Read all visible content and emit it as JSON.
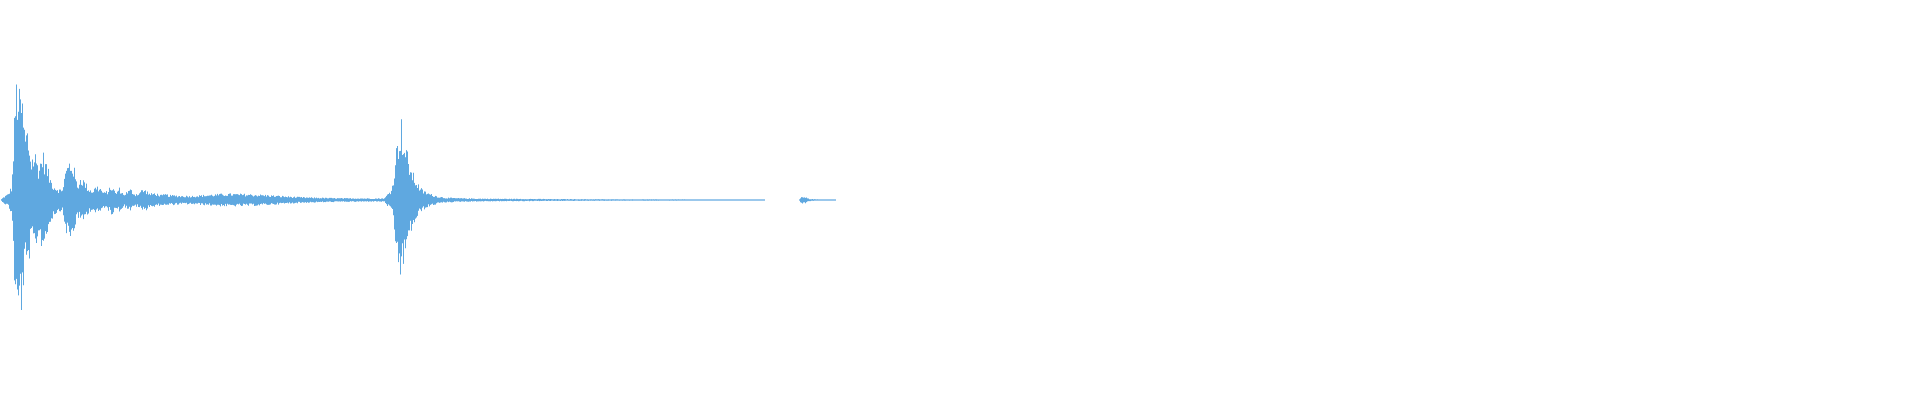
{
  "waveform": {
    "color": "#5fa8e0",
    "background": "#ffffff",
    "envelope": [
      [
        0.0,
        0.0
      ],
      [
        0.002,
        0.03
      ],
      [
        0.004,
        0.05
      ],
      [
        0.006,
        0.12
      ],
      [
        0.008,
        0.95
      ],
      [
        0.009,
        1.0
      ],
      [
        0.01,
        0.85
      ],
      [
        0.011,
        0.9
      ],
      [
        0.012,
        0.7
      ],
      [
        0.013,
        0.55
      ],
      [
        0.014,
        0.6
      ],
      [
        0.016,
        0.35
      ],
      [
        0.018,
        0.4
      ],
      [
        0.02,
        0.28
      ],
      [
        0.022,
        0.4
      ],
      [
        0.024,
        0.3
      ],
      [
        0.026,
        0.18
      ],
      [
        0.028,
        0.12
      ],
      [
        0.03,
        0.1
      ],
      [
        0.032,
        0.08
      ],
      [
        0.034,
        0.25
      ],
      [
        0.036,
        0.33
      ],
      [
        0.038,
        0.3
      ],
      [
        0.04,
        0.12
      ],
      [
        0.042,
        0.2
      ],
      [
        0.044,
        0.15
      ],
      [
        0.046,
        0.1
      ],
      [
        0.048,
        0.08
      ],
      [
        0.05,
        0.12
      ],
      [
        0.052,
        0.1
      ],
      [
        0.054,
        0.06
      ],
      [
        0.056,
        0.08
      ],
      [
        0.058,
        0.12
      ],
      [
        0.06,
        0.06
      ],
      [
        0.062,
        0.1
      ],
      [
        0.064,
        0.05
      ],
      [
        0.066,
        0.07
      ],
      [
        0.068,
        0.09
      ],
      [
        0.07,
        0.05
      ],
      [
        0.072,
        0.06
      ],
      [
        0.074,
        0.09
      ],
      [
        0.076,
        0.08
      ],
      [
        0.078,
        0.05
      ],
      [
        0.08,
        0.06
      ],
      [
        0.082,
        0.05
      ],
      [
        0.084,
        0.04
      ],
      [
        0.086,
        0.05
      ],
      [
        0.088,
        0.04
      ],
      [
        0.09,
        0.04
      ],
      [
        0.095,
        0.035
      ],
      [
        0.1,
        0.035
      ],
      [
        0.105,
        0.04
      ],
      [
        0.11,
        0.045
      ],
      [
        0.115,
        0.05
      ],
      [
        0.12,
        0.052
      ],
      [
        0.125,
        0.05
      ],
      [
        0.13,
        0.048
      ],
      [
        0.135,
        0.045
      ],
      [
        0.14,
        0.04
      ],
      [
        0.145,
        0.035
      ],
      [
        0.15,
        0.03
      ],
      [
        0.155,
        0.025
      ],
      [
        0.16,
        0.022
      ],
      [
        0.165,
        0.02
      ],
      [
        0.17,
        0.018
      ],
      [
        0.175,
        0.016
      ],
      [
        0.18,
        0.015
      ],
      [
        0.185,
        0.015
      ],
      [
        0.19,
        0.014
      ],
      [
        0.195,
        0.013
      ],
      [
        0.2,
        0.015
      ],
      [
        0.204,
        0.1
      ],
      [
        0.206,
        0.4
      ],
      [
        0.208,
        0.62
      ],
      [
        0.209,
        0.65
      ],
      [
        0.21,
        0.5
      ],
      [
        0.212,
        0.38
      ],
      [
        0.214,
        0.25
      ],
      [
        0.216,
        0.18
      ],
      [
        0.218,
        0.12
      ],
      [
        0.22,
        0.08
      ],
      [
        0.224,
        0.05
      ],
      [
        0.228,
        0.03
      ],
      [
        0.232,
        0.02
      ],
      [
        0.24,
        0.015
      ],
      [
        0.25,
        0.012
      ],
      [
        0.27,
        0.01
      ],
      [
        0.29,
        0.008
      ],
      [
        0.31,
        0.007
      ],
      [
        0.33,
        0.006
      ],
      [
        0.35,
        0.006
      ],
      [
        0.37,
        0.005
      ],
      [
        0.39,
        0.004
      ],
      [
        0.396,
        0.003
      ],
      [
        0.398,
        0.0
      ],
      [
        0.416,
        0.0
      ],
      [
        0.417,
        0.03
      ],
      [
        0.419,
        0.03
      ],
      [
        0.421,
        0.01
      ],
      [
        0.425,
        0.006
      ],
      [
        0.43,
        0.004
      ],
      [
        0.435,
        0.0
      ],
      [
        1.0,
        0.0
      ]
    ]
  }
}
